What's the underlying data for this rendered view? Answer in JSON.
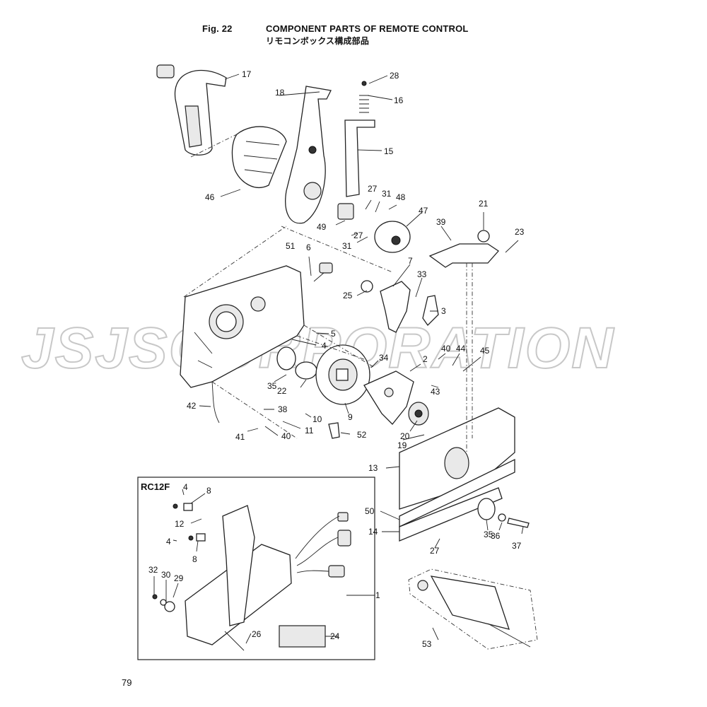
{
  "header": {
    "fig_label": "Fig. 22",
    "title_en": "COMPONENT PARTS OF REMOTE CONTROL",
    "title_jp": "リモコンボックス構成部品"
  },
  "watermark": "JSJSCORPORATION",
  "inset": {
    "title": "RC12F"
  },
  "callouts": [
    "17",
    "28",
    "16",
    "18",
    "15",
    "46",
    "27",
    "31",
    "48",
    "47",
    "49",
    "27",
    "31",
    "21",
    "39",
    "23",
    "51",
    "6",
    "7",
    "33",
    "25",
    "3",
    "5",
    "4",
    "40",
    "44",
    "45",
    "34",
    "2",
    "35",
    "22",
    "43",
    "42",
    "38",
    "9",
    "10",
    "20",
    "19",
    "41",
    "40",
    "11",
    "52",
    "13",
    "50",
    "14",
    "35",
    "36",
    "37",
    "27",
    "4",
    "8",
    "12",
    "4",
    "8",
    "32",
    "30",
    "29",
    "1",
    "26",
    "24",
    "53"
  ],
  "page_number": "79"
}
